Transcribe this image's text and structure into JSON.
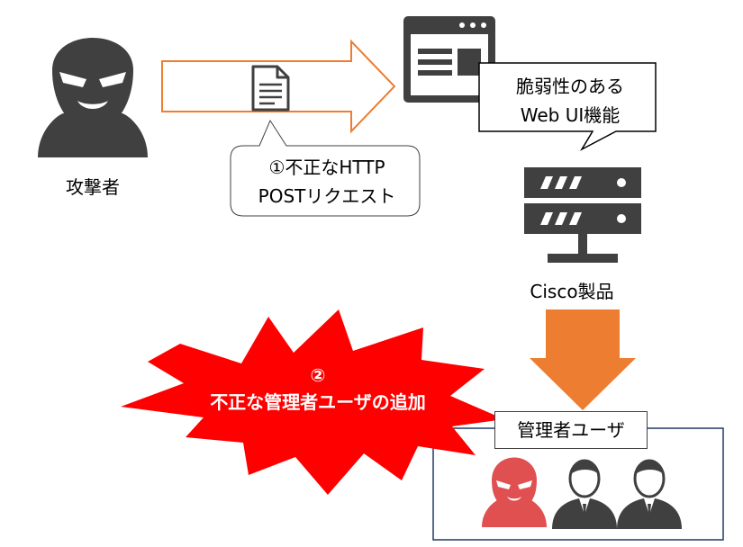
{
  "attacker": {
    "label": "攻撃者"
  },
  "request_callout": {
    "line1": "①不正なHTTP",
    "line2": "POSTリクエスト"
  },
  "web_callout": {
    "line1": "脆弱性のある",
    "line2": "Web UI機能"
  },
  "server": {
    "label": "Cisco製品"
  },
  "burst": {
    "line1": "②",
    "line2": "不正な管理者ユーザの追加"
  },
  "admin_group": {
    "label": "管理者ユーザ"
  },
  "colors": {
    "icon_dark": "#404040",
    "arrow_orange": "#ED7D31",
    "burst_red": "#FF0000",
    "malicious_admin_red": "#E05050",
    "box_border": "#203864"
  }
}
